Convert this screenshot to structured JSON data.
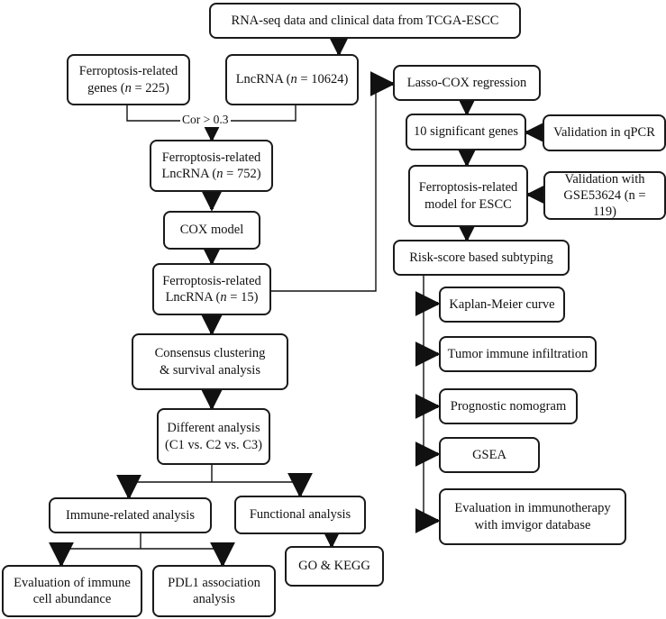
{
  "boxes": {
    "tcga": "RNA-seq data and clinical data from TCGA-ESCC",
    "ferro_genes_1": "Ferroptosis-related",
    "ferro_genes_2": "genes (n = 225)",
    "lncrna_all": "LncRNA (n = 10624)",
    "ferro_lnc752_1": "Ferroptosis-related",
    "ferro_lnc752_2": "LncRNA (n = 752)",
    "cox_model": "COX model",
    "ferro_lnc15_1": "Ferroptosis-related",
    "ferro_lnc15_2": "LncRNA (n = 15)",
    "consensus_1": "Consensus clustering",
    "consensus_2": "& survival analysis",
    "different_1": "Different analysis",
    "different_2": "(C1 vs. C2 vs. C3)",
    "immune_related": "Immune-related analysis",
    "functional": "Functional analysis",
    "immune_cell_1": "Evaluation of immune",
    "immune_cell_2": "cell abundance",
    "pdl1_1": "PDL1 association",
    "pdl1_2": "analysis",
    "go_kegg": "GO & KEGG",
    "lasso": "Lasso-COX regression",
    "sig_genes": "10 significant genes",
    "qpcr": "Validation in qPCR",
    "model_1": "Ferroptosis-related",
    "model_2": "model for ESCC",
    "gse_1": "Validation with",
    "gse_2": "GSE53624 (n = 119)",
    "risk": "Risk-score based subtyping",
    "km": "Kaplan-Meier curve",
    "tumor_immune": "Tumor immune infiltration",
    "nomogram": "Prognostic nomogram",
    "gsea": "GSEA",
    "immuno_1": "Evaluation in immunotherapy",
    "immuno_2": "with imvigor database"
  },
  "labels": {
    "cor": "Cor > 0.3"
  }
}
